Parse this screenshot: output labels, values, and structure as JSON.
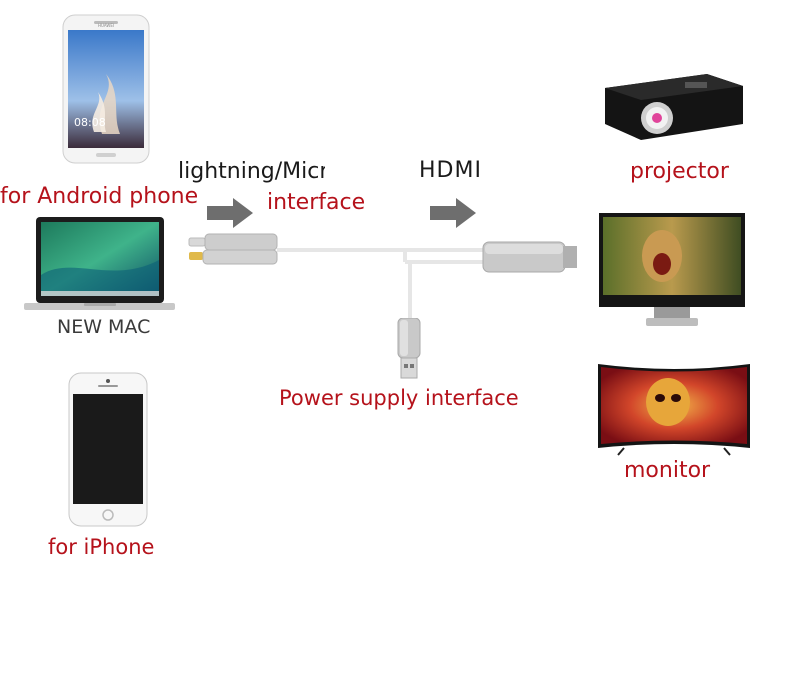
{
  "labels": {
    "android": "for Android phone",
    "lightning_micro": "lightning/Micro",
    "interface": "interface",
    "hdmi": "HDMI",
    "projector": "projector",
    "new_mac": "NEW MAC",
    "power_supply": "Power supply interface",
    "monitor": "monitor",
    "iphone": "for iPhone"
  },
  "android_screen": {
    "time": "08:08",
    "brand": "HUAWEI"
  },
  "colors": {
    "label_red": "#b5121b",
    "arrow_gray": "#6e6e6e",
    "cable_white": "#f2f2f2",
    "connector_silver": "#c9c9c9"
  },
  "icons": [
    "android-phone-icon",
    "macbook-icon",
    "iphone-icon",
    "projector-icon",
    "monitor-icon",
    "curved-tv-icon",
    "right-arrow-icon",
    "hdmi-cable-icon",
    "usb-plug-icon"
  ]
}
